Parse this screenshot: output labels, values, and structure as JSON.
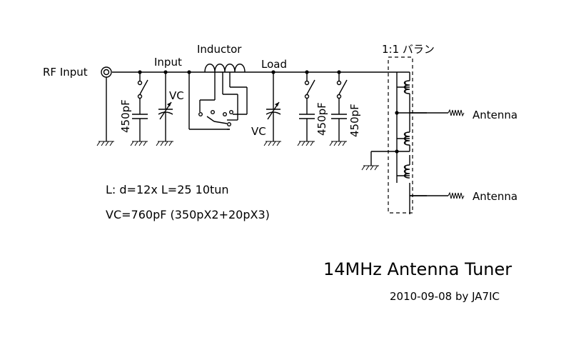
{
  "labels": {
    "rf_input": "RF Input",
    "input": "Input",
    "inductor": "Inductor",
    "load": "Load",
    "balun": "1:1 バラン",
    "cap_input_fixed": "450pF",
    "vc_input": "VC",
    "vc_load": "VC",
    "cap_load_fixed_1": "450pF",
    "cap_load_fixed_2": "450pF",
    "antenna_top": "Antenna",
    "antenna_bottom": "Antenna"
  },
  "notes": {
    "inductor_spec": "L: d=12x L=25  10tun",
    "vc_spec": "VC=760pF (350pX2+20pX3)"
  },
  "title": "14MHz  Antenna Tuner",
  "credit": "2010-09-08  by JA7IC"
}
